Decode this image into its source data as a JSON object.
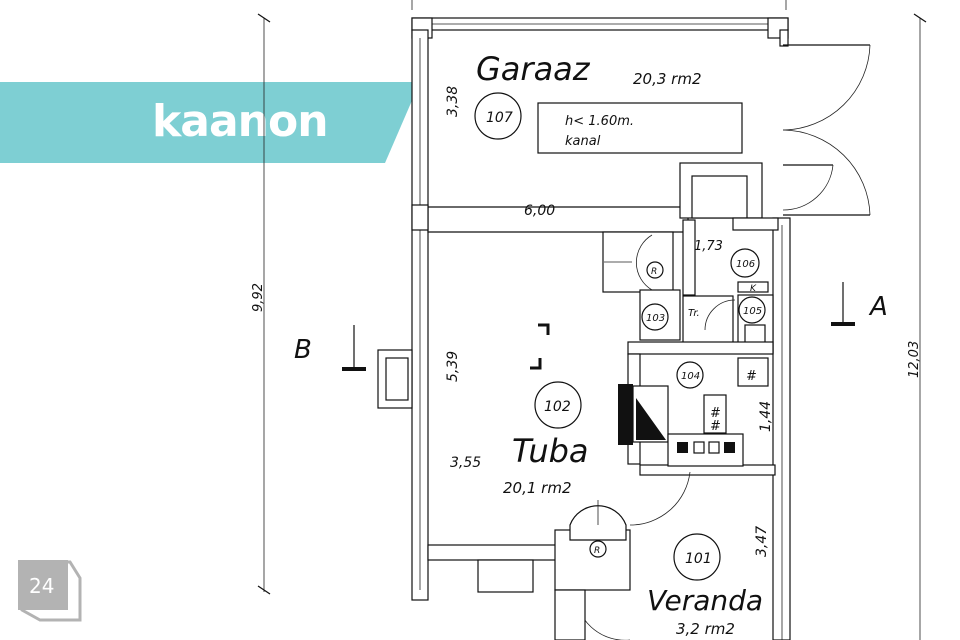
{
  "branding": {
    "logo_text": "kaanon",
    "banner_color": "#7ecfd3"
  },
  "page": {
    "number": "24",
    "badge_color": "#b3b3b3"
  },
  "plan": {
    "dimensions": {
      "left_total": "9,92",
      "right_total": "12,03",
      "garage_height": "3,38",
      "garage_width": "6,00",
      "hall_width": "1,73",
      "living_height": "5,39",
      "living_width": "3,55",
      "kitchen_dim": "1,44",
      "veranda_dim": "3,47"
    },
    "sections": {
      "a": "A",
      "b": "B"
    },
    "rooms": [
      {
        "number": "107",
        "name": "Garaaz",
        "area": "20,3 rm2"
      },
      {
        "number": "102",
        "name": "Tuba",
        "area": "20,1 rm2"
      },
      {
        "number": "101",
        "name": "Veranda",
        "area": "3,2 rm2"
      },
      {
        "number": "103"
      },
      {
        "number": "104"
      },
      {
        "number": "105"
      },
      {
        "number": "106"
      }
    ],
    "pit_note": {
      "line1": "h< 1.60m.",
      "line2": "kanal"
    },
    "symbols": {
      "fireplace": "R",
      "boiler_k": "K",
      "stairs": "Tr."
    }
  }
}
